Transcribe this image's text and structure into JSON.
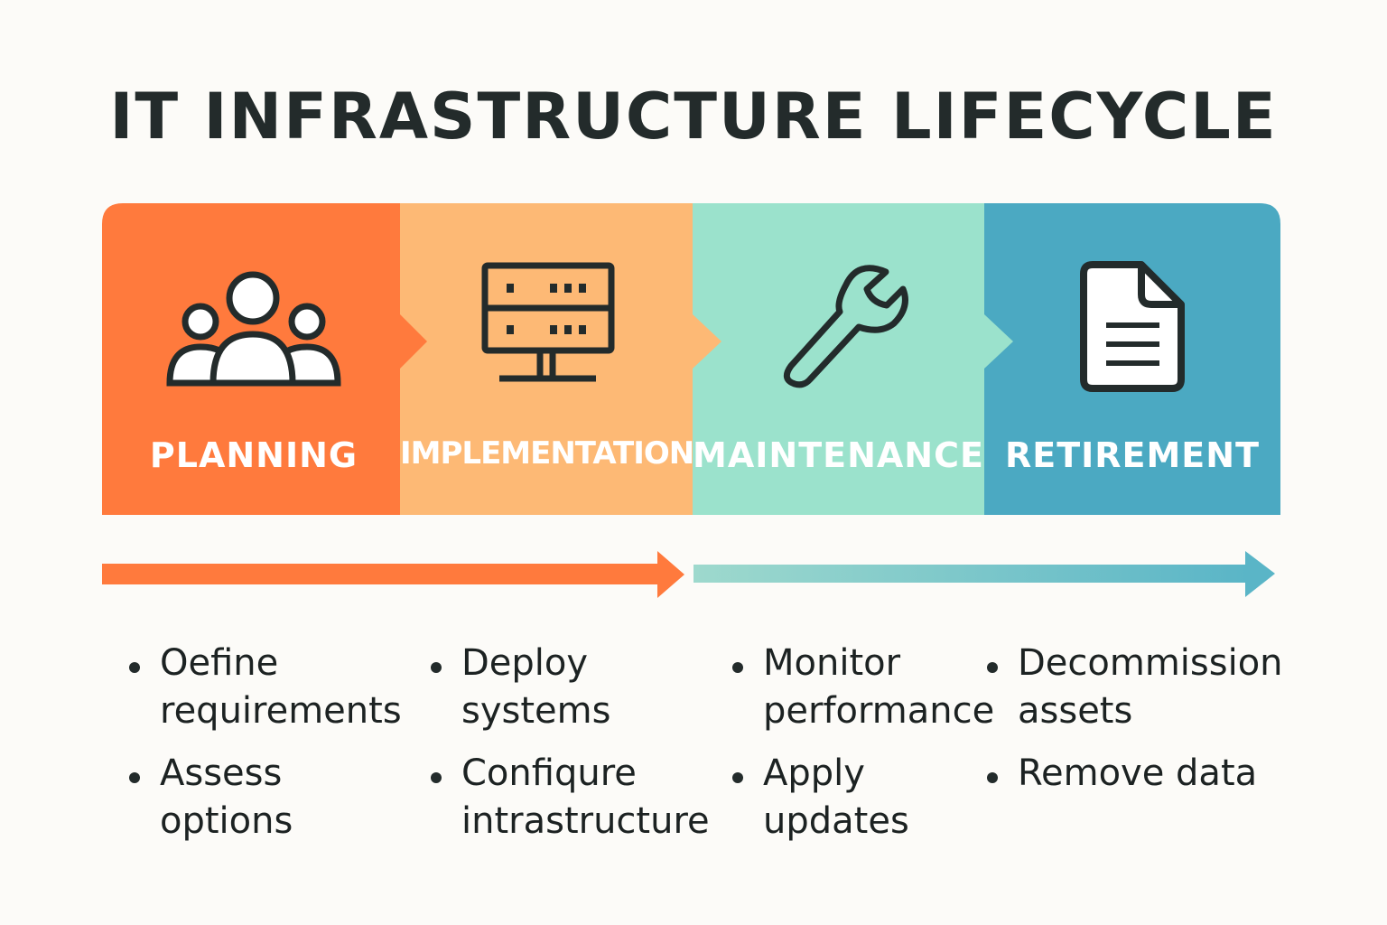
{
  "title": "IT INFRASTRUCTURE LIFECYCLE",
  "colors": {
    "planning": "#FF7A3D",
    "implementation": "#FDB975",
    "maintenance": "#9BE2CC",
    "retirement": "#4BA9C2",
    "ink": "#232b2b"
  },
  "phases": [
    {
      "label": "PLANNING",
      "icon": "people-icon",
      "items": [
        "Oefine requirements",
        "Assess options"
      ]
    },
    {
      "label": "IMPLEMENTATION",
      "icon": "server-monitor-icon",
      "items": [
        "Deploy systems",
        "Confiqure intrastructure"
      ]
    },
    {
      "label": "MAINTENANCE",
      "icon": "wrench-icon",
      "items": [
        "Monitor performance",
        "Apply updates"
      ]
    },
    {
      "label": "RETIREMENT",
      "icon": "document-icon",
      "items": [
        "Decommission assets",
        "Remove data"
      ]
    }
  ]
}
